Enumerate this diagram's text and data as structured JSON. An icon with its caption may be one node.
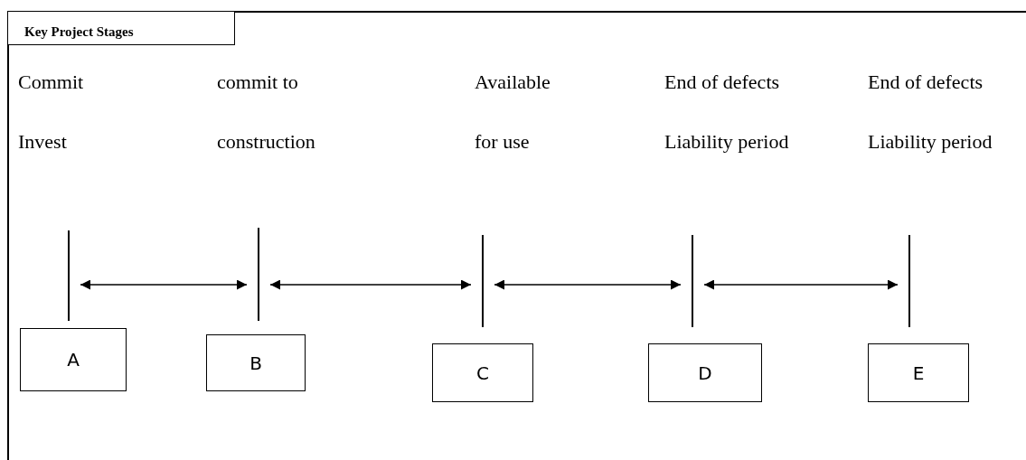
{
  "diagram": {
    "nodes": [
      {
        "text": [
          "Key Project Stages"
        ]
      },
      {
        "text": [],
        "shape": "bar"
      },
      {
        "text": [],
        "shape": "bar"
      },
      {
        "text": [],
        "shape": "bar"
      },
      {
        "text": [],
        "shape": "bar"
      },
      {
        "text": [],
        "shape": "bar"
      },
      {
        "text": [
          "A"
        ]
      },
      {
        "text": [
          "B"
        ]
      },
      {
        "text": [
          "C"
        ]
      },
      {
        "text": [
          "D"
        ]
      },
      {
        "text": [
          "E"
        ]
      }
    ],
    "edges": [
      {
        "from": 1,
        "to": 2,
        "arrow": "both"
      },
      {
        "from": 2,
        "to": 3,
        "arrow": "both"
      },
      {
        "from": 3,
        "to": 4,
        "arrow": "both"
      },
      {
        "from": 4,
        "to": 5,
        "arrow": "both"
      }
    ],
    "labels": [
      "Commit Invest",
      "commit to construction",
      "Available for use",
      "End of defects Liability period",
      "End of defects Liability period"
    ]
  }
}
